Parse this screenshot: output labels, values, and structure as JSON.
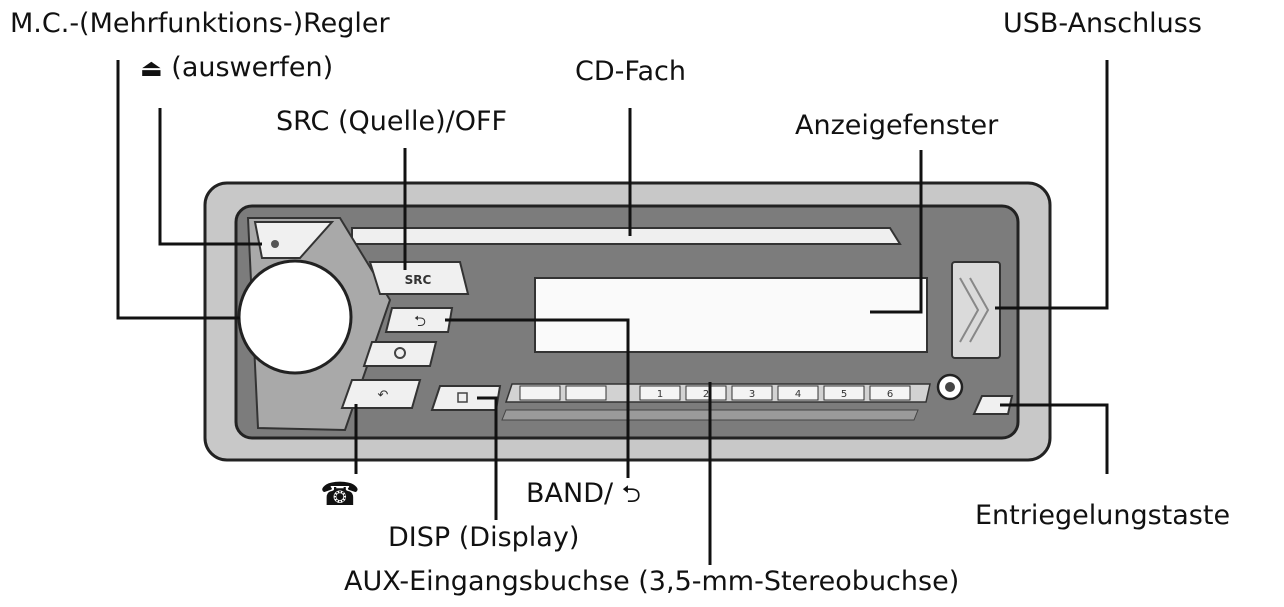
{
  "labels": {
    "mc_regler": "M.C.-(Mehrfunktions-)Regler",
    "eject_symbol": "⏏",
    "eject": "(auswerfen)",
    "src_off": "SRC (Quelle)/OFF",
    "cd_fach": "CD-Fach",
    "anzeigefenster": "Anzeigefenster",
    "usb_anschluss": "USB-Anschluss",
    "band": "BAND/",
    "band_symbol": "⮌",
    "phone_symbol": "☎",
    "disp": "DISP (Display)",
    "aux": "AUX-Eingangsbuchse (3,5-mm-Stereobuchse)",
    "entriegelungstaste": "Entriegelungstaste"
  },
  "device": {
    "src_button": "SRC",
    "preset_buttons": [
      "1",
      "2",
      "3",
      "4",
      "5",
      "6"
    ],
    "colors": {
      "outer_frame": "#c8c8c8",
      "faceplate": "#7c7c7c",
      "buttons": "#f0f0f0",
      "line": "#111111"
    }
  }
}
